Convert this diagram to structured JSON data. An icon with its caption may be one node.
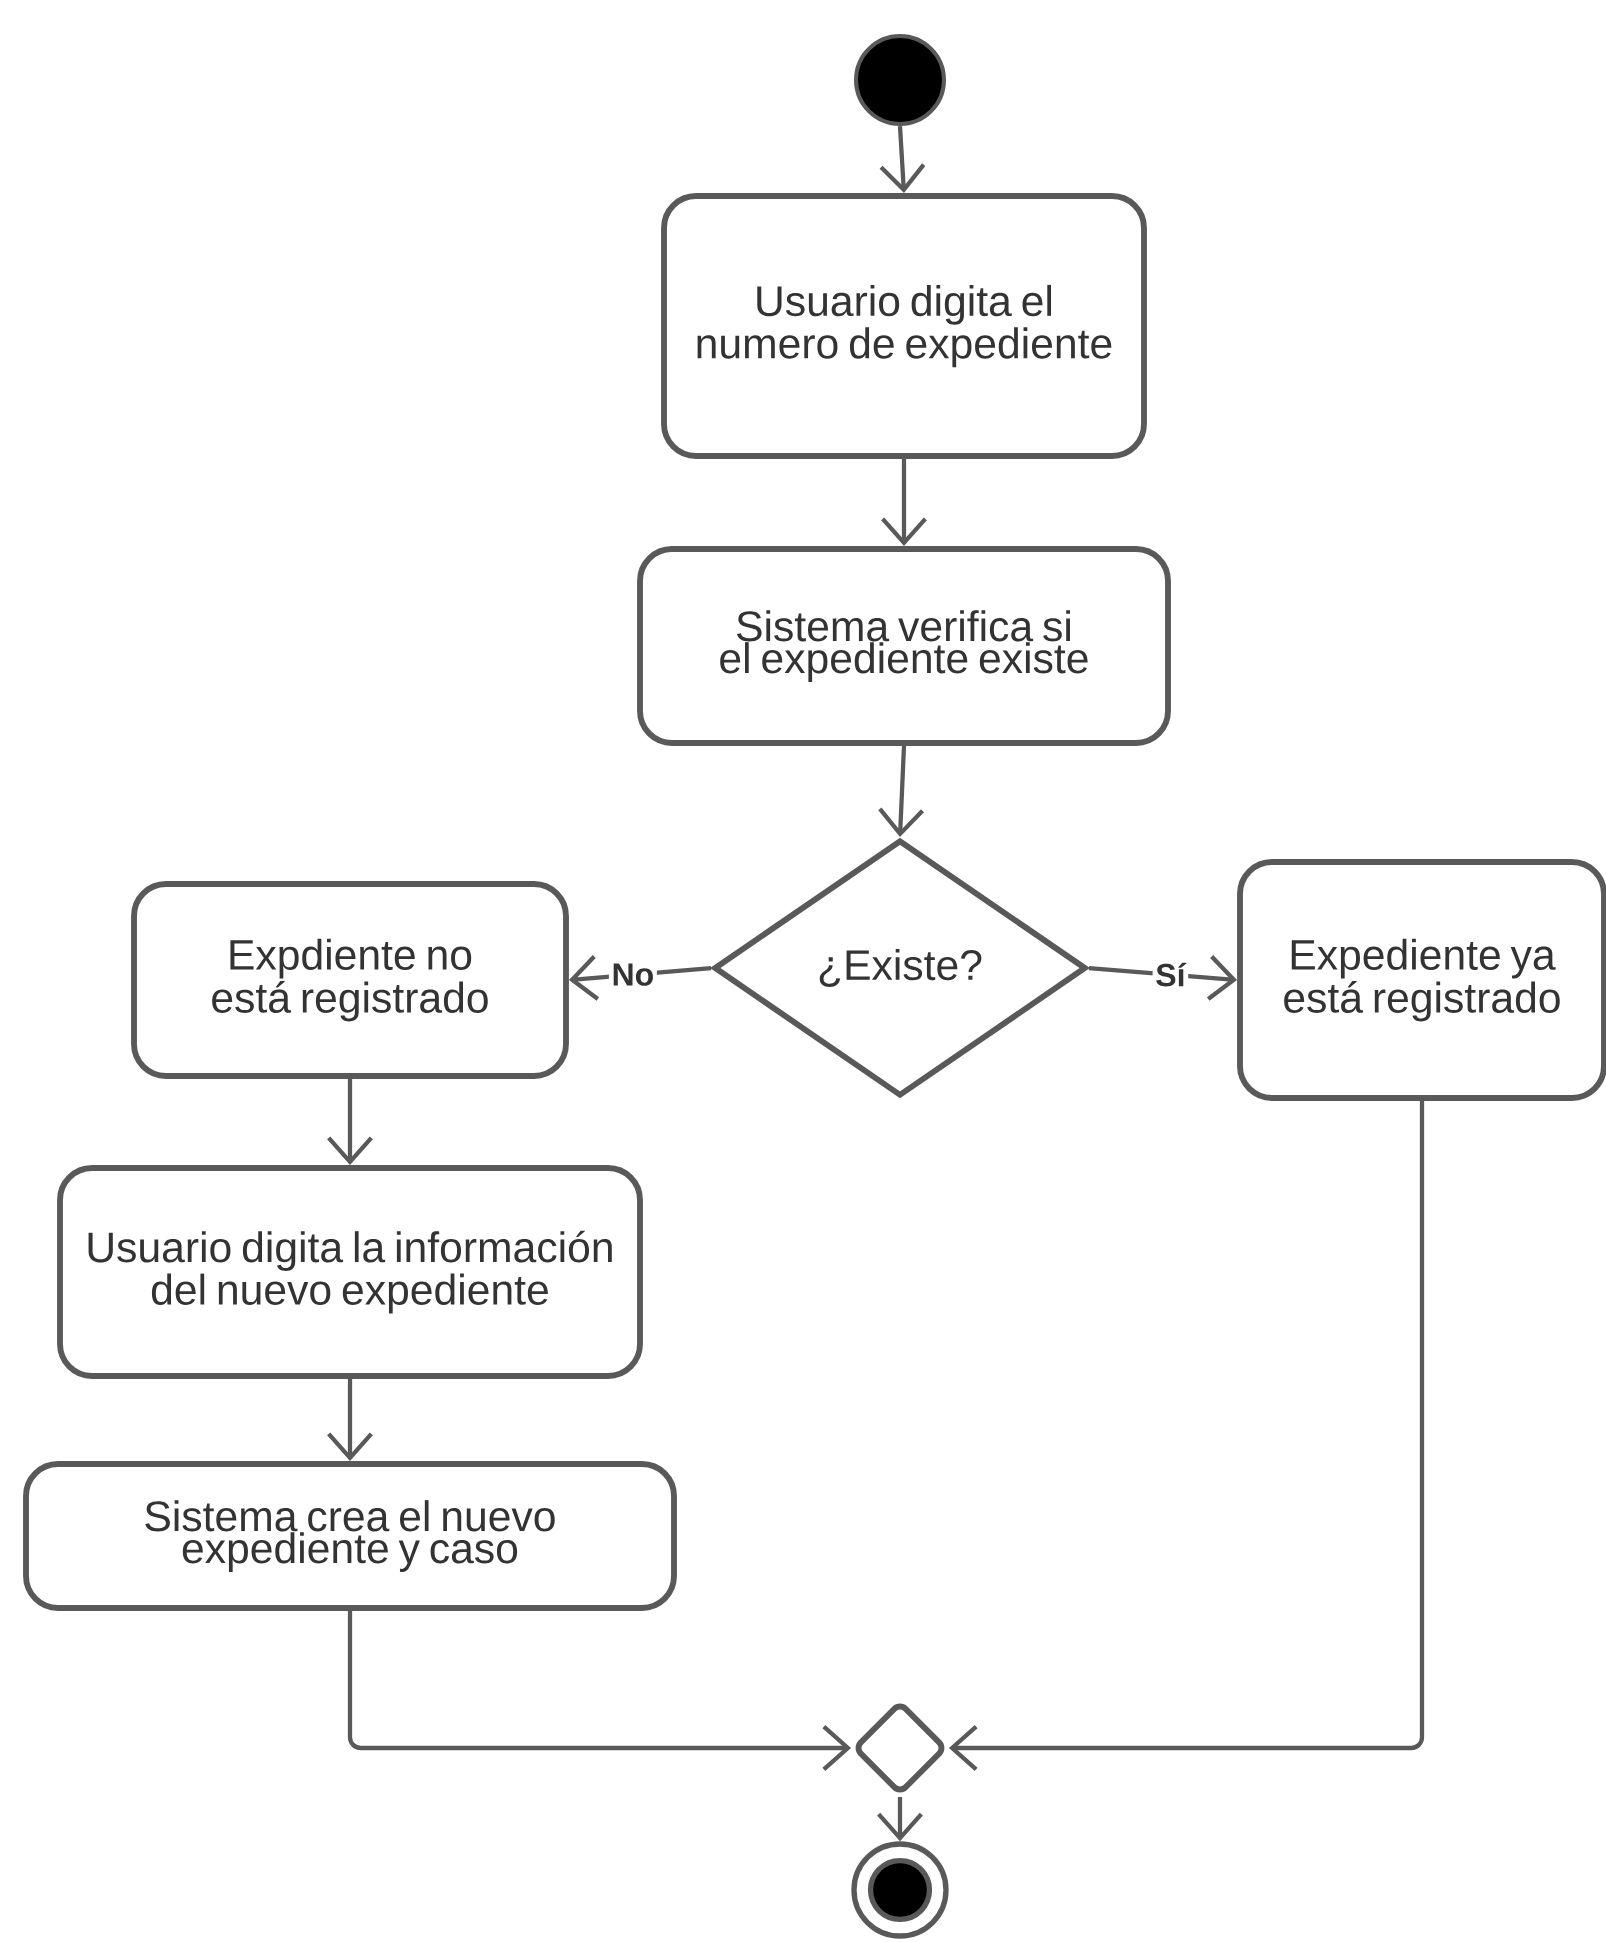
{
  "diagram": {
    "nodes": [
      {
        "text": [],
        "shape": "circle"
      },
      {
        "text": [
          "Usuario digita el numero de expediente"
        ]
      },
      {
        "text": [
          "Sistema verifica si el expediente existe"
        ]
      },
      {
        "text": [
          "¿Existe?"
        ]
      },
      {
        "text": [
          "Expdiente no está registrado"
        ]
      },
      {
        "text": [
          "Expediente ya está registrado"
        ]
      },
      {
        "text": [
          "Usuario digita la información del nuevo expediente"
        ]
      },
      {
        "text": [
          "Sistema crea el nuevo expediente y caso"
        ]
      },
      {
        "text": [],
        "shape": "diamond"
      },
      {
        "text": [],
        "shape": "circle"
      }
    ],
    "edges": [
      {
        "from": 0,
        "to": 1,
        "arrow": "to"
      },
      {
        "from": 1,
        "to": 2,
        "arrow": "to"
      },
      {
        "from": 2,
        "to": 3,
        "arrow": "to"
      },
      {
        "from": 3,
        "to": 4,
        "arrow": "to",
        "label": "No"
      },
      {
        "from": 3,
        "to": 5,
        "arrow": "to",
        "label": "Sí"
      },
      {
        "from": 4,
        "to": 6,
        "arrow": "to"
      },
      {
        "from": 6,
        "to": 7,
        "arrow": "to"
      },
      {
        "from": 7,
        "to": 8,
        "arrow": "to"
      },
      {
        "from": 5,
        "to": 8,
        "arrow": "to"
      },
      {
        "from": 8,
        "to": 9,
        "arrow": "to"
      }
    ]
  }
}
